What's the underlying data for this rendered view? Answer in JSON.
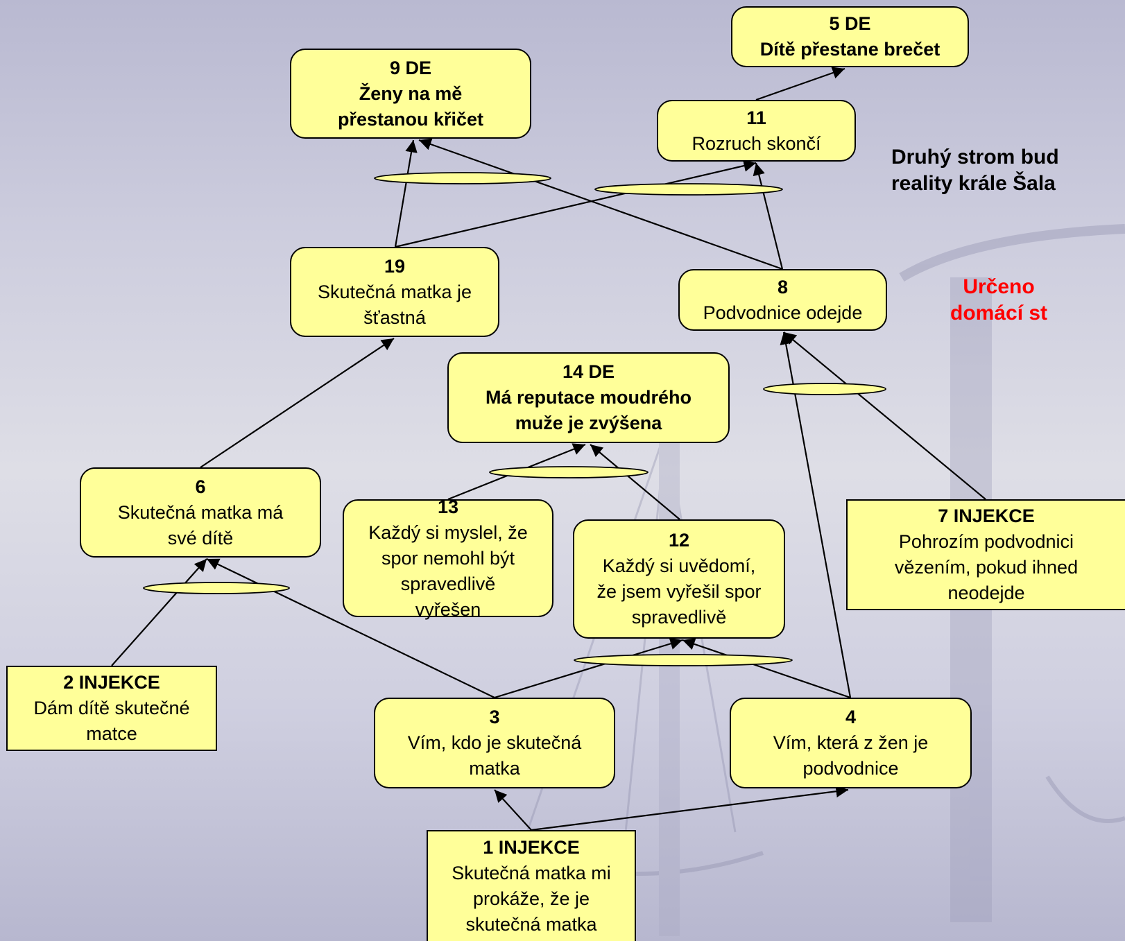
{
  "colors": {
    "node_fill": "#ffff99",
    "node_border": "#000000",
    "side_text_1": "#000000",
    "side_text_2": "#ff0000",
    "ellipse_fill": "#ffff99"
  },
  "side_text_1": "Druhý strom bud\nreality krále Šala",
  "side_text_2": "Určeno\ndomácí st",
  "nodes": {
    "n5": {
      "title": "5 DE",
      "body": "Dítě přestane brečet"
    },
    "n9": {
      "title": "9 DE",
      "body": "Ženy na mě\npřestanou křičet"
    },
    "n11": {
      "title": "11",
      "body": "Rozruch skončí"
    },
    "n19": {
      "title": "19",
      "body": "Skutečná matka je\nšťastná"
    },
    "n8": {
      "title": "8",
      "body": "Podvodnice odejde"
    },
    "n14": {
      "title": "14 DE",
      "body": "Má reputace moudrého\nmuže je zvýšena"
    },
    "n6": {
      "title": "6",
      "body": "Skutečná matka má\nsvé dítě"
    },
    "n13": {
      "title": "13",
      "body": "Každý si myslel, že\nspor nemohl být\nspravedlivě\nvyřešen"
    },
    "n12": {
      "title": "12",
      "body": "Každý si uvědomí,\nže jsem vyřešil spor\nspravedlivě"
    },
    "n7": {
      "title": "7 INJEKCE",
      "body": "Pohrozím podvodnici\nvězením, pokud ihned\nneodejde"
    },
    "n2": {
      "title": "2 INJEKCE",
      "body": "Dám dítě skutečné\nmatce"
    },
    "n3": {
      "title": "3",
      "body": "Vím, kdo je skutečná\nmatka"
    },
    "n4": {
      "title": "4",
      "body": "Vím, která z žen je\npodvodnice"
    },
    "n1": {
      "title": "1 INJEKCE",
      "body": "Skutečná matka mi\nprokáže, že je\nskutečná matka"
    }
  },
  "edges": [
    {
      "from": "n11",
      "to": "n5"
    },
    {
      "from": "n19",
      "to": "n9"
    },
    {
      "from": "n8",
      "to": "n9"
    },
    {
      "from": "n19",
      "to": "n11"
    },
    {
      "from": "n8",
      "to": "n11"
    },
    {
      "from": "n6",
      "to": "n19"
    },
    {
      "from": "n4",
      "to": "n8"
    },
    {
      "from": "n7",
      "to": "n8"
    },
    {
      "from": "n13",
      "to": "n14"
    },
    {
      "from": "n12",
      "to": "n14"
    },
    {
      "from": "n2",
      "to": "n6"
    },
    {
      "from": "n3",
      "to": "n6"
    },
    {
      "from": "n3",
      "to": "n12"
    },
    {
      "from": "n4",
      "to": "n12"
    },
    {
      "from": "n1",
      "to": "n3"
    },
    {
      "from": "n1",
      "to": "n4"
    }
  ],
  "and_connectors": [
    {
      "joins": [
        "n19->n9",
        "n8->n9"
      ]
    },
    {
      "joins": [
        "n19->n11",
        "n8->n11"
      ]
    },
    {
      "joins": [
        "n4->n8",
        "n7->n8"
      ]
    },
    {
      "joins": [
        "n13->n14",
        "n12->n14"
      ]
    },
    {
      "joins": [
        "n2->n6",
        "n3->n6"
      ]
    },
    {
      "joins": [
        "n3->n12",
        "n4->n12"
      ]
    }
  ]
}
